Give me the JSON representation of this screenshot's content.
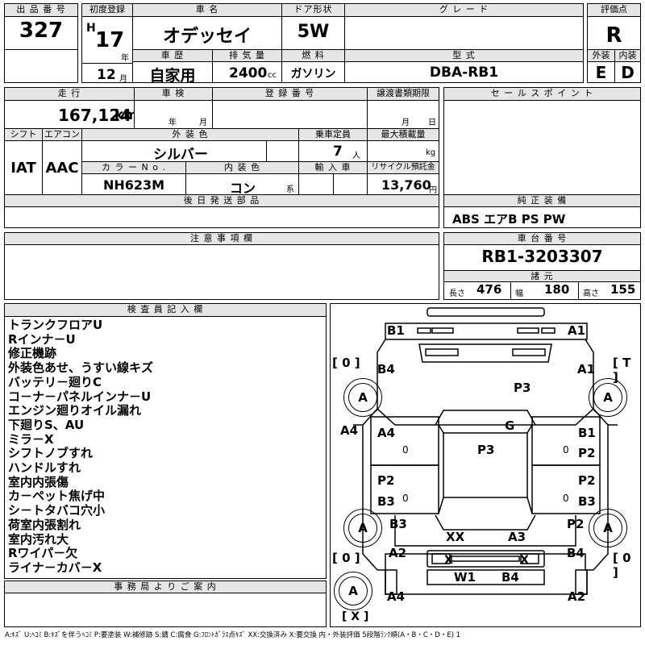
{
  "row1": {
    "lot_label": "出 品 番 号",
    "lot_value": "327",
    "reg_label": "初度登録",
    "era": "H",
    "year": "17",
    "year_unit": "年",
    "month": "12",
    "month_unit": "月",
    "name_label": "車 名",
    "name_value": "オデッセイ",
    "door_label": "ドア形状",
    "door_value": "5W",
    "grade_label": "グ レ ー ド",
    "grade_value": "",
    "score_label": "評価点",
    "score_value": "R",
    "history_label": "車 歴",
    "history_value": "自家用",
    "disp_label": "排 気 量",
    "disp_value": "2400",
    "disp_unit": "cc",
    "fuel_label": "燃 料",
    "fuel_value": "ガソリン",
    "model_label": "型 式",
    "model_value": "DBA-RB1",
    "ext_label": "外装",
    "ext_value": "E",
    "int_label": "内装",
    "int_value": "D"
  },
  "row2": {
    "mileage_label": "走 行",
    "mileage_value": "167,124",
    "mileage_unit": "km",
    "inspection_label": "車 検",
    "insp_year_unit": "年",
    "insp_month_unit": "月",
    "regno_label": "登 録 番 号",
    "docs_label": "譲渡書類期限",
    "docs_month_unit": "月",
    "docs_day_unit": "日",
    "sales_label": "セ ー ル ス ポ イ ン ト",
    "shift_label": "シフト",
    "shift_value": "IAT",
    "ac_label": "エアコン",
    "ac_value": "AAC",
    "color_label": "外 装 色",
    "color_value": "シルバー",
    "capacity_label": "乗車定員",
    "capacity_value": "7",
    "capacity_unit": "人",
    "load_label": "最大積載量",
    "load_unit": "kg",
    "colorno_label": "カ ラ ー N o .",
    "colorno_value": "NH623M",
    "intcolor_label": "内 装 色",
    "intcolor_value": "コン",
    "intcolor_unit": "系",
    "import_label": "輸 入 車",
    "recycle_label": "リサイクル預託金",
    "recycle_value": "13,760",
    "recycle_unit": "円",
    "later_label": "後 日 発 送 部 品",
    "equip_label": "純 正 装 備",
    "equip_value": "ABS エアB PS PW",
    "notes_label": "注 意 事 項 欄",
    "chassis_label": "車 台 番 号",
    "chassis_value": "RB1-3203307",
    "dims_label": "諸 元",
    "length_label": "長さ",
    "length_value": "476",
    "width_label": "幅",
    "width_value": "180",
    "height_label": "高さ",
    "height_value": "155"
  },
  "inspector": {
    "label": "検 査 員 記 入 欄",
    "remarks": [
      "トランクフロアU",
      "Rインナ－U",
      "修正機跡",
      "外装色あせ、うすい線キズ",
      "バッテリ－廻りC",
      "コ－ナ－パネルインナ－U",
      "エンジン廻りオイル漏れ",
      "下廻りS、AU",
      "ミラ－X",
      "シフトノブすれ",
      "ハンドルすれ",
      "室内内張傷",
      "カ－ペット焦げ中",
      "シ－トタバコ穴小",
      "荷室内張割れ",
      "室内汚れ大",
      "Rワイパ－欠",
      "ライナ－カバ－X"
    ]
  },
  "office": {
    "label": "事 務 局 よ り ご 案 内"
  },
  "map": {
    "b1_top": "B1",
    "a1_top": "A1",
    "bracket_tl": "[ 0 ]",
    "bracket_tr": "[ T ]",
    "b4_l": "B4",
    "a1_r": "A1",
    "a_tl": "A",
    "a_tr": "A",
    "p3_top": "P3",
    "a4_side": "A4",
    "a4_in": "A4",
    "g": "G",
    "b1_r": "B1",
    "p2_r1": "P2",
    "p3_mid": "P3",
    "p2_l": "P2",
    "p2_r2": "P2",
    "b3_l": "B3",
    "b3_r": "B3",
    "b3_low": "B3",
    "p2_low": "P2",
    "a_bl": "A",
    "a_br": "A",
    "xx": "XX",
    "a3": "A3",
    "a2_l": "A2",
    "b4_r": "B4",
    "bracket_bl": "[ 0 ]",
    "bracket_br": "[ 0 ]",
    "x_l": "X",
    "x_r": "X",
    "w1": "W1",
    "b4_bot": "B4",
    "a_spare": "A",
    "a4_bot": "A4",
    "a2_bot": "A2",
    "bracket_x": "[ X ]",
    "zero_mid_l": "0",
    "zero_mid_r": "0",
    "zero_low_l": "0",
    "zero_low_r": "0"
  },
  "legend": "A:ｷｽﾞ U:ﾍｺﾐ B:ｷｽﾞを伴うﾍｺﾐ P:要塗装 W:補修跡 S:錆 C:腐食 G:ﾌﾛﾝﾄｶﾞﾗｽ点ｷｽﾞ XX:交換済み X:要交換  内・外装評価 5段階ﾗﾝｸ順(A・B・C・D・E) 1"
}
